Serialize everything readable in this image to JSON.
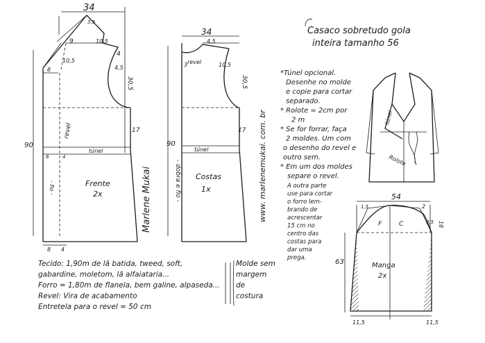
{
  "title": {
    "line1": "Casaco sobretudo gola",
    "line2": "inteira tamanho 56"
  },
  "front": {
    "top_width": "34",
    "shoulder_9": "9",
    "collar_105": "10,5",
    "dim_35": "3,5",
    "dim_4a": "4",
    "dim_105b": "10,5",
    "dim_45": "4,5",
    "dim_305": "30,5",
    "dim_8": "8",
    "dim_17": "17",
    "dim_8b": "8",
    "dim_4b": "4",
    "dim_4c": "4",
    "height_90": "90",
    "revel": "revel",
    "fio": "- fio -",
    "tunel": "túnel",
    "label": "Frente",
    "qty": "2x"
  },
  "back": {
    "top_width": "34",
    "dim_45": "4,5",
    "dim_3": "3",
    "dim_105": "10,5",
    "dim_305": "30,5",
    "dim_17": "17",
    "height_90": "90",
    "revel": "revel",
    "tunel": "túnel",
    "label": "Costas",
    "qty": "1x",
    "fold": "- dobra e fio -"
  },
  "vertical_texts": {
    "site": "www. marlenemukai. com. br",
    "signature": "Marlene Mukai"
  },
  "notes": [
    "*Túnel opcional.",
    "Desenhe no molde",
    "e copie para cortar",
    "separado.",
    "* Rolote = 2cm por",
    "2 m",
    "* Se for forrar, faça",
    "2 moldes. Um com",
    "o desenho do revel e",
    "outro sem.",
    "* Em um dos moldes",
    "separe o revel.",
    "A outra parte",
    "use para cortar",
    "o forro lem-",
    "brando de",
    "acrescentar",
    "15 cm no",
    "centro das",
    "costas para",
    "dar uma",
    "prega."
  ],
  "coat": {
    "tunel": "túnel",
    "rolote": "Rolote"
  },
  "sleeve": {
    "width": "54",
    "dim_15": "1,5",
    "dim_2": "2",
    "dim_05": "0,5",
    "dim_18": "18",
    "dim_63": "63",
    "f": "F",
    "c": "C",
    "label": "Manga",
    "qty": "2x",
    "cuff_l": "11,5",
    "cuff_r": "11,5"
  },
  "materials": [
    "Tecido: 1,90m de lã batida, tweed, soft,",
    "gabardine, moletom, lã alfaiataria...",
    "Forro = 1,80m de flanela, bem galine, alpaseda...",
    "Revel: Vira de acabamento",
    "Entretela para o revel = 50 cm"
  ],
  "seam_note": [
    "Molde sem",
    "margem",
    "de",
    "costura"
  ]
}
